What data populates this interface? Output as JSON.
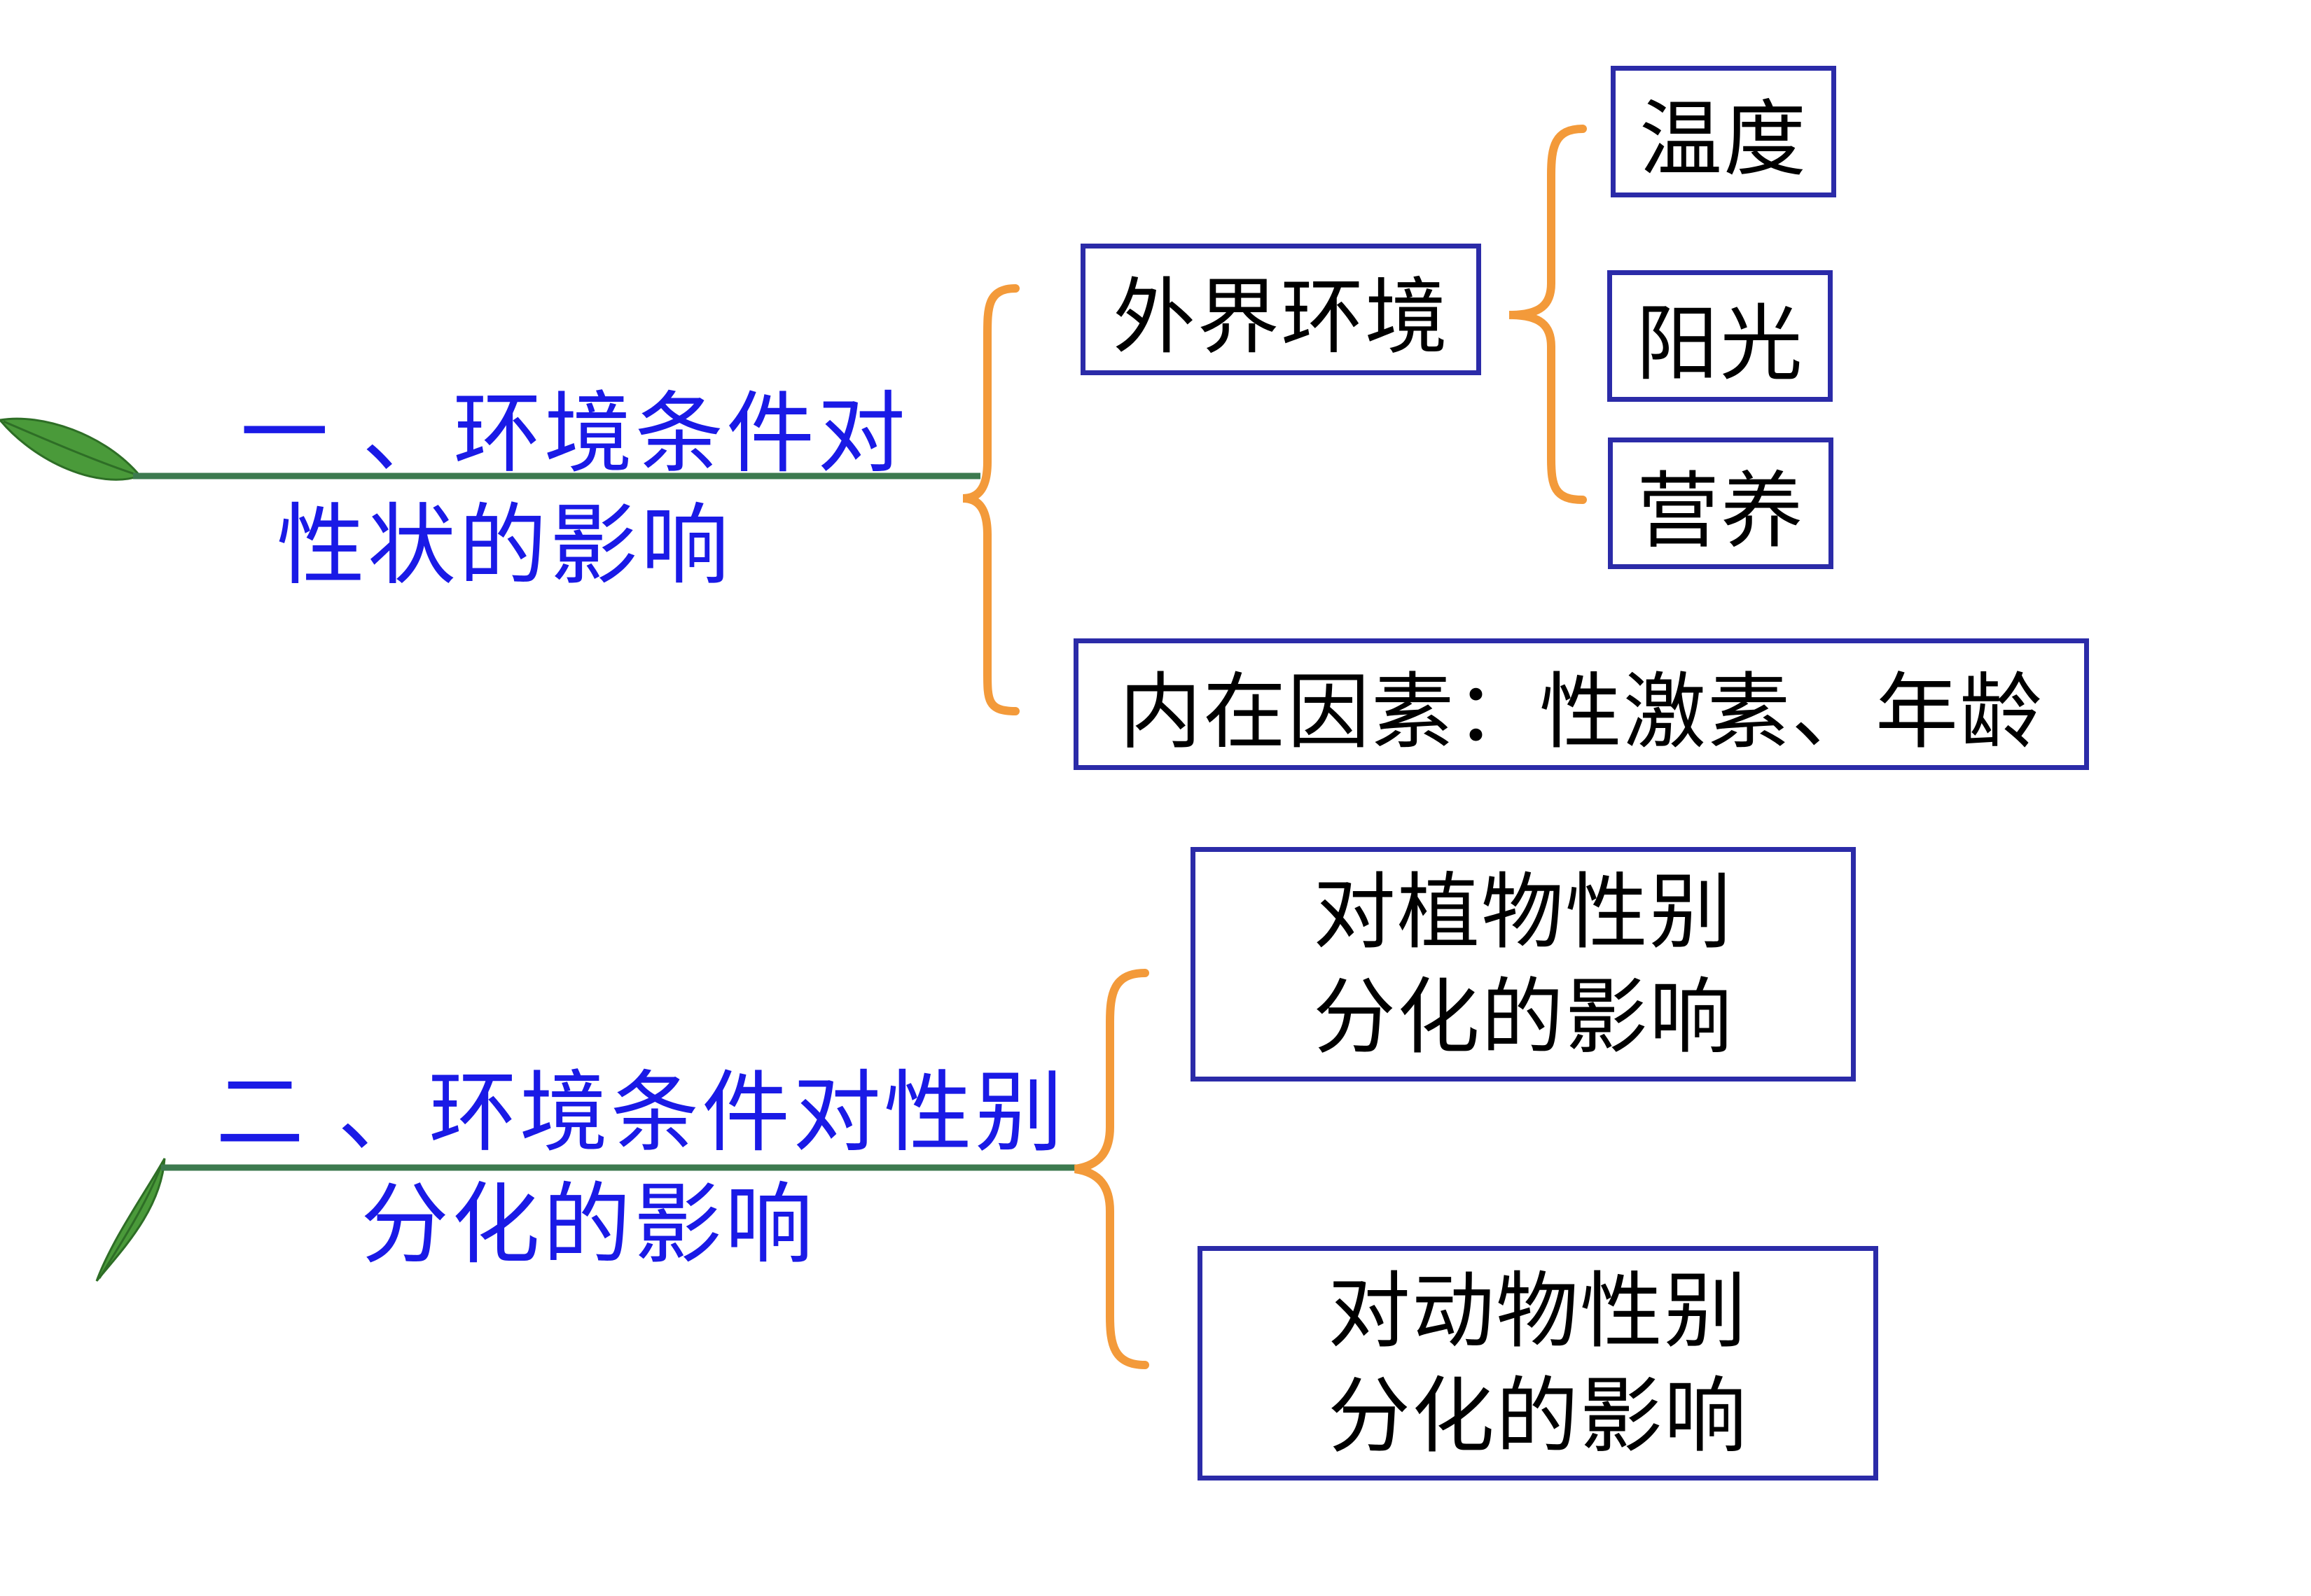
{
  "colors": {
    "heading_text": "#1a1ae6",
    "box_border": "#2b2ba8",
    "box_text": "#000000",
    "brace": "#f39a3a",
    "stem_line": "#3d7a4f",
    "leaf": "#4a9a3a"
  },
  "section1": {
    "heading_line1": "一 、环境条件对",
    "heading_line2": "性状的影响",
    "external": {
      "label": "外界环境",
      "items": [
        "温度",
        "阳光",
        "营养"
      ]
    },
    "internal_label": "内在因素：性激素、年龄"
  },
  "section2": {
    "heading_line1": "二 、环境条件对性别",
    "heading_line2": "分化的影响",
    "plant_line1": "对植物性别",
    "plant_line2": "分化的影响",
    "animal_line1": "对动物性别",
    "animal_line2": "分化的影响"
  }
}
